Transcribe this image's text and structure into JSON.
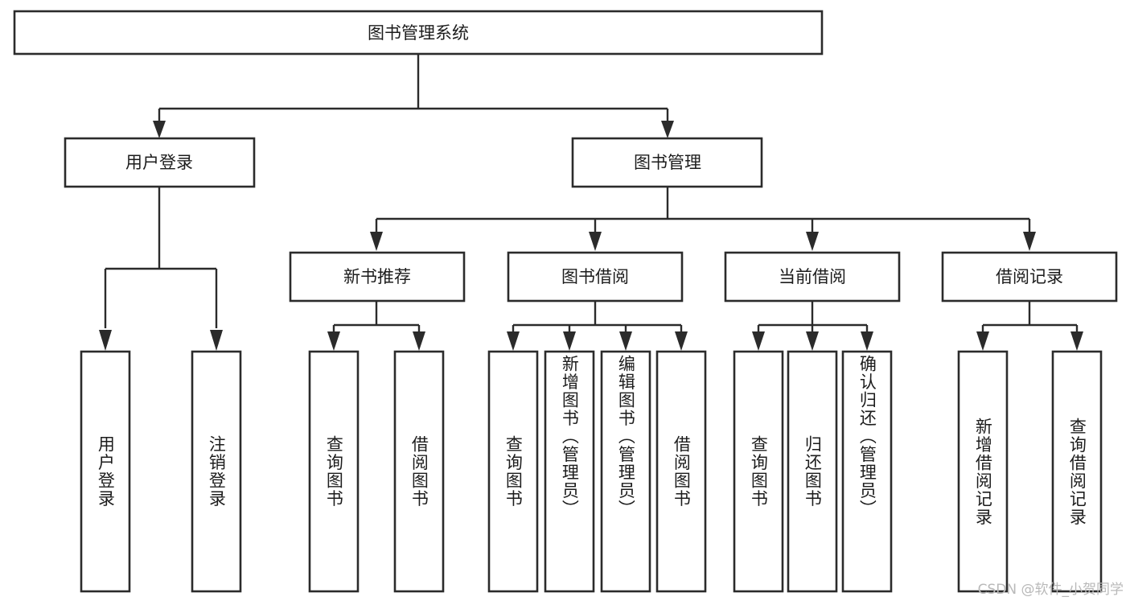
{
  "diagram": {
    "title": "图书管理系统",
    "watermark": "CSDN @软件_小贺同学",
    "colors": {
      "stroke": "#2b2b2b",
      "fill": "#ffffff",
      "text": "#1c1c1c",
      "watermark": "#b9b9b9",
      "background": "#ffffff"
    },
    "root": {
      "label": "图书管理系统"
    },
    "level2": [
      {
        "label": "用户登录"
      },
      {
        "label": "图书管理"
      }
    ],
    "level3": [
      {
        "label": "新书推荐"
      },
      {
        "label": "图书借阅"
      },
      {
        "label": "当前借阅"
      },
      {
        "label": "借阅记录"
      }
    ],
    "leaves": {
      "user_login": [
        {
          "label": "用户登录"
        },
        {
          "label": "注销登录"
        }
      ],
      "new_book_recommend": [
        {
          "label": "查询图书"
        },
        {
          "label": "借阅图书"
        }
      ],
      "book_borrow": [
        {
          "label": "查询图书"
        },
        {
          "label": "新增图书（管理员）"
        },
        {
          "label": "编辑图书（管理员）"
        },
        {
          "label": "借阅图书"
        }
      ],
      "current_borrow": [
        {
          "label": "查询图书"
        },
        {
          "label": "归还图书"
        },
        {
          "label": "确认归还（管理员）"
        }
      ],
      "borrow_record": [
        {
          "label": "新增借阅记录"
        },
        {
          "label": "查询借阅记录"
        }
      ]
    }
  }
}
